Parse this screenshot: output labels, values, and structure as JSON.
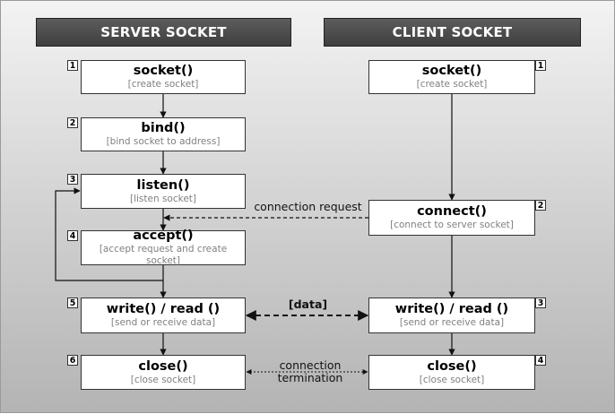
{
  "headers": {
    "server": "SERVER SOCKET",
    "client": "CLIENT SOCKET"
  },
  "server": [
    {
      "num": "1",
      "fn": "socket()",
      "desc": "[create socket]"
    },
    {
      "num": "2",
      "fn": "bind()",
      "desc": "[bind socket to address]"
    },
    {
      "num": "3",
      "fn": "listen()",
      "desc": "[listen socket]"
    },
    {
      "num": "4",
      "fn": "accept()",
      "desc": "[accept request and create socket]"
    },
    {
      "num": "5",
      "fn": "write() / read ()",
      "desc": "[send or receive data]"
    },
    {
      "num": "6",
      "fn": "close()",
      "desc": "[close socket]"
    }
  ],
  "client": [
    {
      "num": "1",
      "fn": "socket()",
      "desc": "[create socket]"
    },
    {
      "num": "2",
      "fn": "connect()",
      "desc": "[connect to server socket]"
    },
    {
      "num": "3",
      "fn": "write() / read ()",
      "desc": "[send or receive data]"
    },
    {
      "num": "4",
      "fn": "close()",
      "desc": "[close socket]"
    }
  ],
  "links": {
    "connection_request": "connection request",
    "data": "[data]",
    "termination_line1": "connection",
    "termination_line2": "termination"
  }
}
